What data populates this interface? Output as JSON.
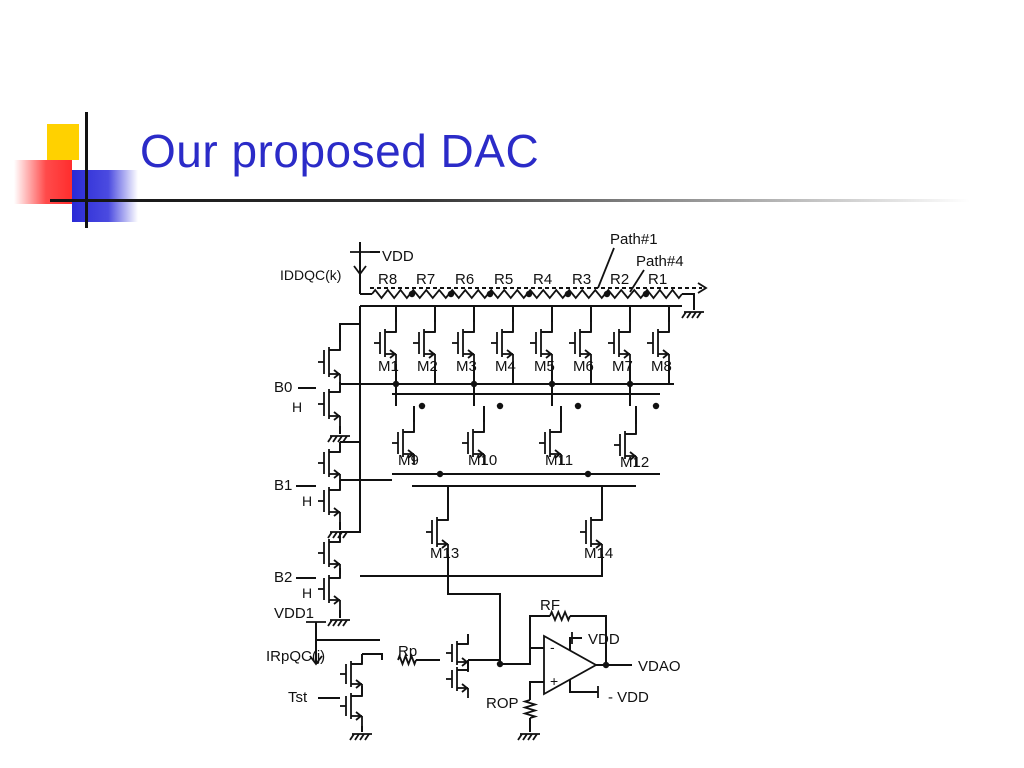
{
  "slide": {
    "title": "Our proposed DAC"
  },
  "circuit": {
    "supply_labels": {
      "vdd_top": "VDD",
      "vdd1": "VDD1",
      "vdd_opamp_pos": "VDD",
      "vdd_opamp_neg": "- VDD",
      "output": "VDAO"
    },
    "current_labels": {
      "iddqc": "IDDQC(k)",
      "irpqc": "IRpQC(j)"
    },
    "path_labels": [
      "Path#1",
      "Path#4"
    ],
    "resistors": [
      "R8",
      "R7",
      "R6",
      "R5",
      "R4",
      "R3",
      "R2",
      "R1"
    ],
    "transistors_row1": [
      "M1",
      "M2",
      "M3",
      "M4",
      "M5",
      "M6",
      "M7",
      "M8"
    ],
    "transistors_row2": [
      "M9",
      "M10",
      "M11",
      "M12"
    ],
    "transistors_row3": [
      "M13",
      "M14"
    ],
    "inputs": [
      {
        "name": "B0",
        "level": "H"
      },
      {
        "name": "B1",
        "level": "H"
      },
      {
        "name": "B2",
        "level": "H"
      }
    ],
    "test_input": "Tst",
    "feedback_resistor": "RF",
    "probe_resistor": "Rp",
    "output_resistor": "ROP"
  }
}
